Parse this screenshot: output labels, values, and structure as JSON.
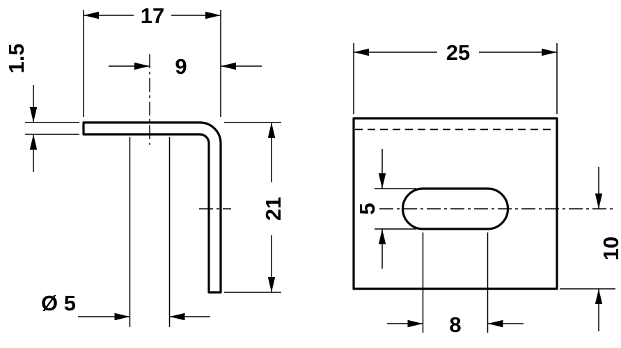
{
  "diagram": {
    "background": "#ffffff",
    "line_color": "#000000",
    "side_view": {
      "dim_arm_length": "17",
      "dim_hole_center_to_edge": "9",
      "dim_material_thickness": "1.5",
      "dim_leg_height": "21",
      "dim_hole_diameter": "Ø 5"
    },
    "front_view": {
      "dim_plate_width": "25",
      "dim_slot_width": "5",
      "dim_slot_length": "8",
      "dim_slot_center_to_bottom": "10"
    }
  }
}
